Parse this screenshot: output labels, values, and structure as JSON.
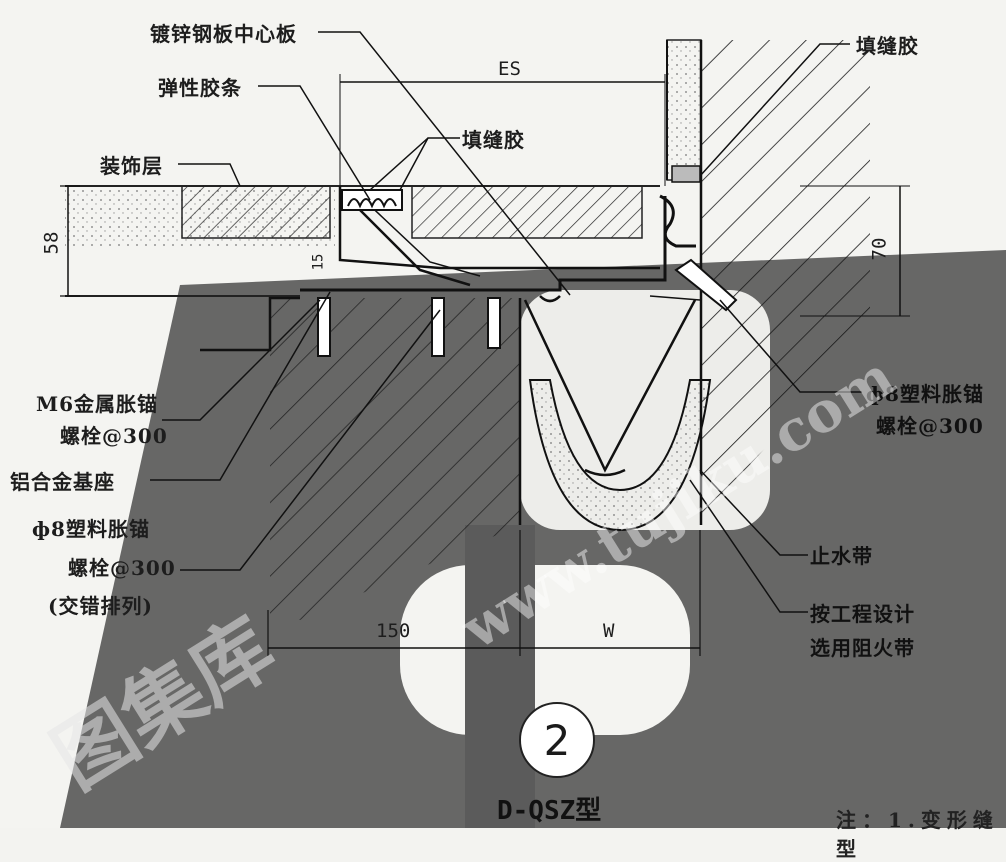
{
  "labels": {
    "center_plate": "镀锌钢板中心板",
    "elastic_strip": "弹性胶条",
    "decor_layer": "装饰层",
    "sealant_mid": "填缝胶",
    "sealant_right": "填缝胶",
    "m6_anchor_l1": "M6金属胀锚",
    "m6_anchor_l2": "螺栓@300",
    "al_base": "铝合金基座",
    "phi8_left_l1": "ф8塑料胀锚",
    "phi8_left_l2": "螺栓@300",
    "phi8_left_l3": "(交错排列)",
    "phi8_right_l1": "ф8塑料胀锚",
    "phi8_right_l2": "螺栓@300",
    "waterstop": "止水带",
    "firestop_l1": "按工程设计",
    "firestop_l2": "选用阻火带"
  },
  "dimensions": {
    "es": "ES",
    "d58": "58",
    "d70": "70",
    "d150": "150",
    "w": "W",
    "small_vert": "15"
  },
  "figure": {
    "number": "2",
    "title": "D-QSZ型",
    "note": "注：1.变形缝型"
  },
  "watermark": {
    "text1": "www.tujiku.com",
    "text2": "图集库"
  },
  "colors": {
    "bg": "#f4f4f1",
    "watermark_band": "#5a5a5a",
    "line": "#1d1d1d"
  }
}
